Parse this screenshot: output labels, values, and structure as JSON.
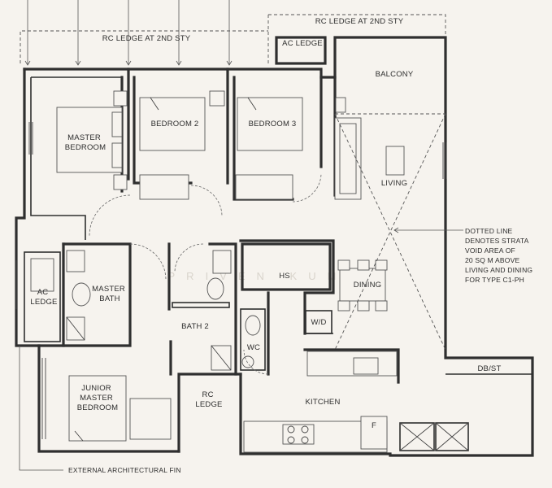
{
  "rooms": {
    "master_bedroom": [
      "MASTER",
      "BEDROOM"
    ],
    "bedroom_2": "BEDROOM 2",
    "bedroom_3": "BEDROOM 3",
    "living": "LIVING",
    "balcony": "BALCONY",
    "ac_ledge_top": "AC LEDGE",
    "ac_ledge_left": [
      "AC",
      "LEDGE"
    ],
    "master_bath": [
      "MASTER",
      "BATH"
    ],
    "hs": "HS",
    "dining": "DINING",
    "bath_2": "BATH 2",
    "wc": "WC",
    "wd": "W/D",
    "rc_ledge": [
      "RC",
      "LEDGE"
    ],
    "kitchen": "KITCHEN",
    "junior_master_bedroom": [
      "JUNIOR",
      "MASTER",
      "BEDROOM"
    ],
    "db_st": "DB/ST",
    "fridge": "F"
  },
  "annotations": {
    "rc_ledge_2nd_left": "RC LEDGE AT 2ND STY",
    "rc_ledge_2nd_right": "RC LEDGE AT 2ND STY",
    "strata_note": [
      "DOTTED LINE",
      "DENOTES STRATA",
      "VOID AREA OF",
      "20 SQ M ABOVE",
      "LIVING AND DINING",
      "FOR TYPE C1-PH"
    ],
    "external_fin": "EXTERNAL ARCHITECTURAL FIN"
  },
  "watermark": "PRIVEN KUMAR"
}
